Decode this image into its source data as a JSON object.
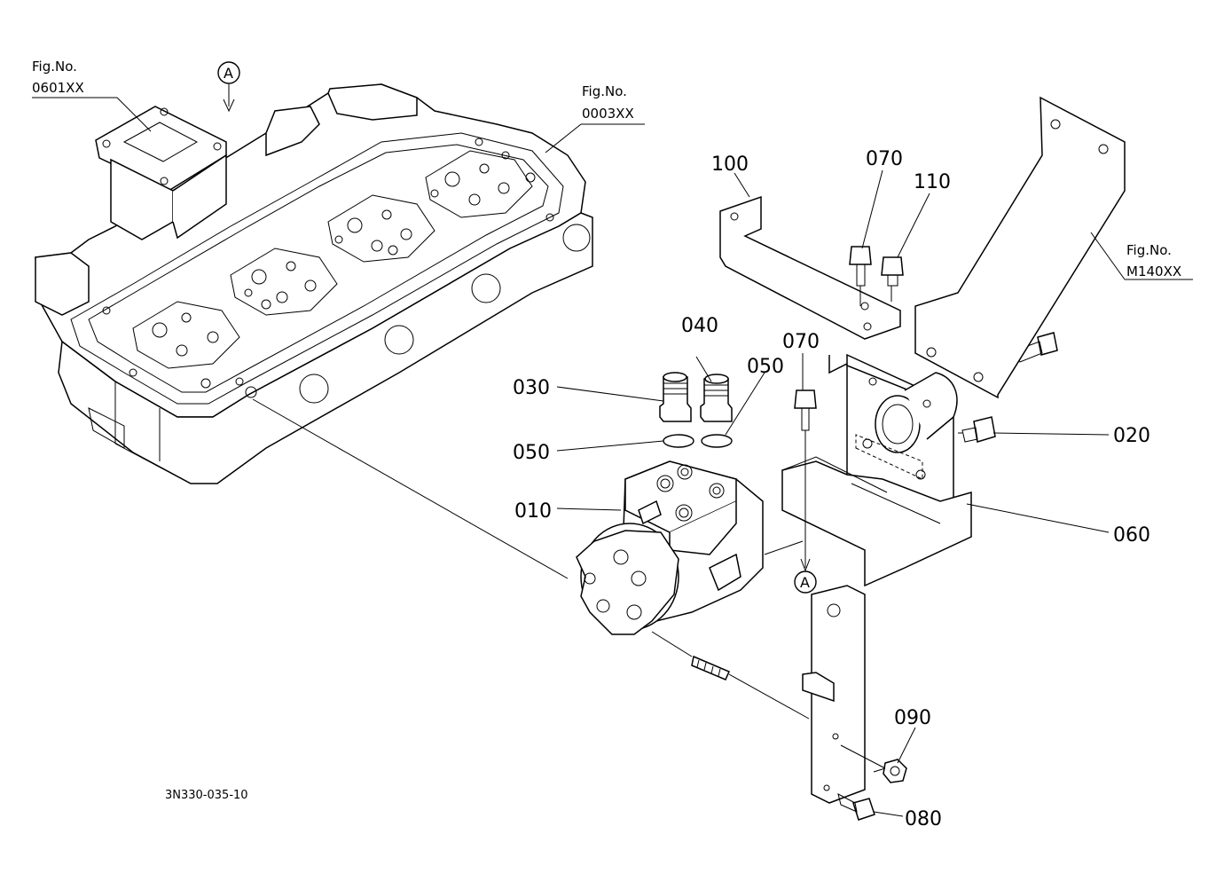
{
  "drawing_code": "3N330-035-10",
  "fig_refs": [
    {
      "line1": "Fig.No.",
      "line2": "0601XX"
    },
    {
      "line1": "Fig.No.",
      "line2": "0003XX"
    },
    {
      "line1": "Fig.No.",
      "line2": "M140XX"
    }
  ],
  "marker": "A",
  "parts": [
    "010",
    "020",
    "030",
    "040",
    "050",
    "050",
    "060",
    "070",
    "070",
    "080",
    "090",
    "100",
    "110"
  ]
}
